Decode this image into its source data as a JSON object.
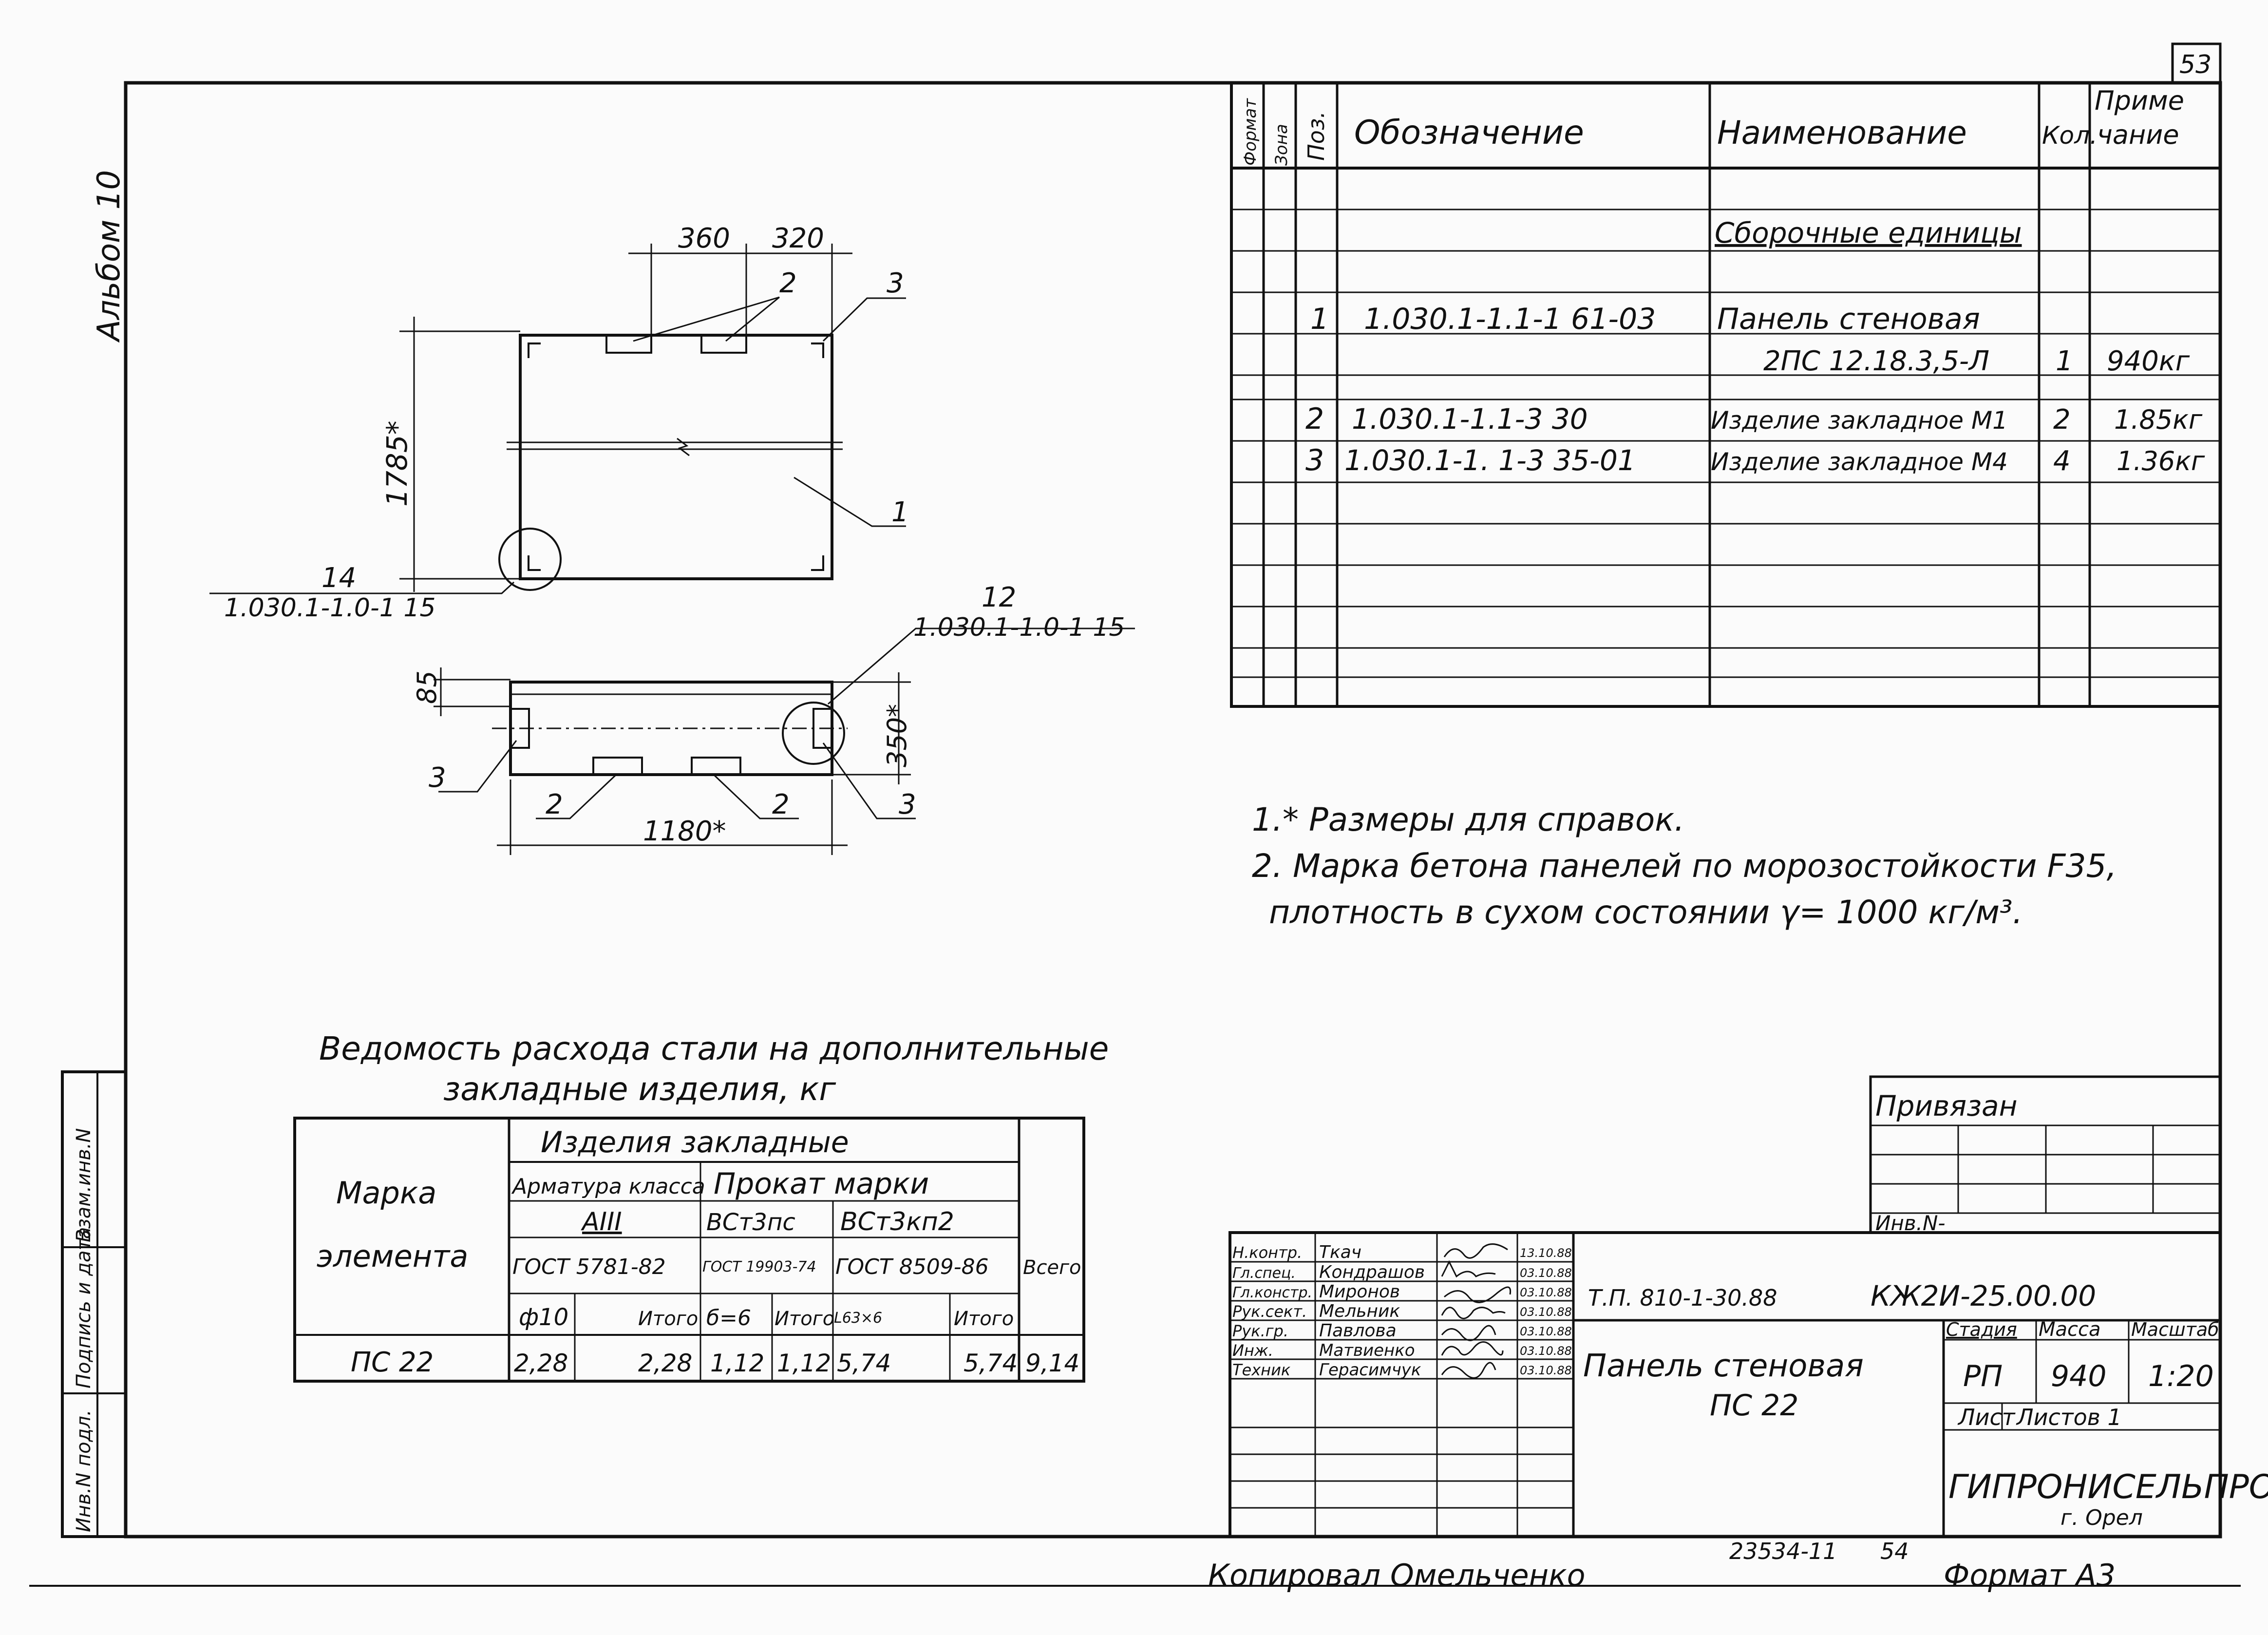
{
  "page_number": "53",
  "album": "Альбом 10",
  "spec": {
    "headers": {
      "format": "Формат",
      "zone": "Зона",
      "pos": "Поз.",
      "designation": "Обозначение",
      "name": "Наименование",
      "qty": "Кол.",
      "note_1": "Приме",
      "note_2": "чание"
    },
    "section": "Сборочные единицы",
    "rows": [
      {
        "pos": "1",
        "designation": "1.030.1-1.1-1 61-03",
        "name": "Панель стеновая",
        "qty": "",
        "note": ""
      },
      {
        "pos": "",
        "designation": "",
        "name": "2ПС 12.18.3,5-Л",
        "qty": "1",
        "note": "940кг"
      },
      {
        "pos": "2",
        "designation": "1.030.1-1.1-3  30",
        "name": "Изделие закладное М1",
        "qty": "2",
        "note": "1.85кг"
      },
      {
        "pos": "3",
        "designation": "1.030.1-1. 1-3 35-01",
        "name": "Изделие закладное М4",
        "qty": "4",
        "note": "1.36кг"
      }
    ]
  },
  "drawing": {
    "dim_360": "360",
    "dim_320": "320",
    "dim_1785": "1785*",
    "dim_85": "85",
    "dim_350": "350*",
    "dim_1180": "1180*",
    "leader_2": "2",
    "leader_3": "3",
    "leader_1": "1",
    "callout_14": "14",
    "callout_14_ref": "1.030.1-1.0-1 15",
    "callout_12": "12",
    "callout_12_ref": "1.030.1-1.0-1 15"
  },
  "notes": [
    "1.* Размеры для справок.",
    "2. Марка бетона панелей по морозостойкости F35,",
    "плотность в сухом состоянии γ= 1000 кг/м³."
  ],
  "steel": {
    "title_1": "Ведомость расхода стали на дополнительные",
    "title_2": "закладные изделия, кг",
    "h_mark_1": "Марка",
    "h_mark_2": "элемента",
    "h_items": "Изделия закладные",
    "h_rebar": "Арматура класса",
    "h_rebar_cls": "АIII",
    "h_rolled": "Прокат марки",
    "h_vst3ps": "ВСт3пс",
    "h_vst3kp2": "ВСт3кп2",
    "h_gost1": "ГОСТ 5781-82",
    "h_gost2": "ГОСТ 19903-74",
    "h_gost3": "ГОСТ 8509-86",
    "h_total": "Всего",
    "h_d10": "ф10",
    "h_itogo": "Итого",
    "h_d6": "б=6",
    "h_L63": "L63×6",
    "row": {
      "mark": "ПС 22",
      "d10": "2,28",
      "it1": "2,28",
      "d6": "1,12",
      "it2": "1,12",
      "L63": "5,74",
      "it3": "5,74",
      "total": "9,14"
    }
  },
  "stamp": {
    "privyazan": "Привязан",
    "inv_n": "Инв.N-",
    "roles": [
      "Н.контр.",
      "Гл.спец.",
      "Гл.констр.",
      "Рук.сект.",
      "Рук.гр.",
      "Инж.",
      "Техник"
    ],
    "names": [
      "Ткач",
      "Кондрашов",
      "Миронов",
      "Мельник",
      "Павлова",
      "Матвиенко",
      "Герасимчук"
    ],
    "dates": [
      "13.10.88",
      "03.10.88",
      "03.10.88",
      "03.10.88",
      "03.10.88",
      "03.10.88",
      "03.10.88"
    ],
    "tp": "Т.П. 810-1-30.88",
    "code": "КЖ2И-25.00.00",
    "title_1": "Панель стеновая",
    "title_2": "ПС 22",
    "h_stage": "Стадия",
    "h_mass": "Масса",
    "h_scale": "Масштаб",
    "stage": "РП",
    "mass": "940",
    "scale": "1:20",
    "h_sheet": "Лист",
    "h_sheets": "Листов 1",
    "org": "ГИПРОНИСЕЛЬПРОМ",
    "city": "г. Орел"
  },
  "side_stamp": [
    "Инв.N подл.",
    "Подпись и дата",
    "Взам.инв.N"
  ],
  "bottom": {
    "num": "23534-11",
    "page": "54",
    "copied": "Копировал Омельченко",
    "format": "Формат А3"
  }
}
